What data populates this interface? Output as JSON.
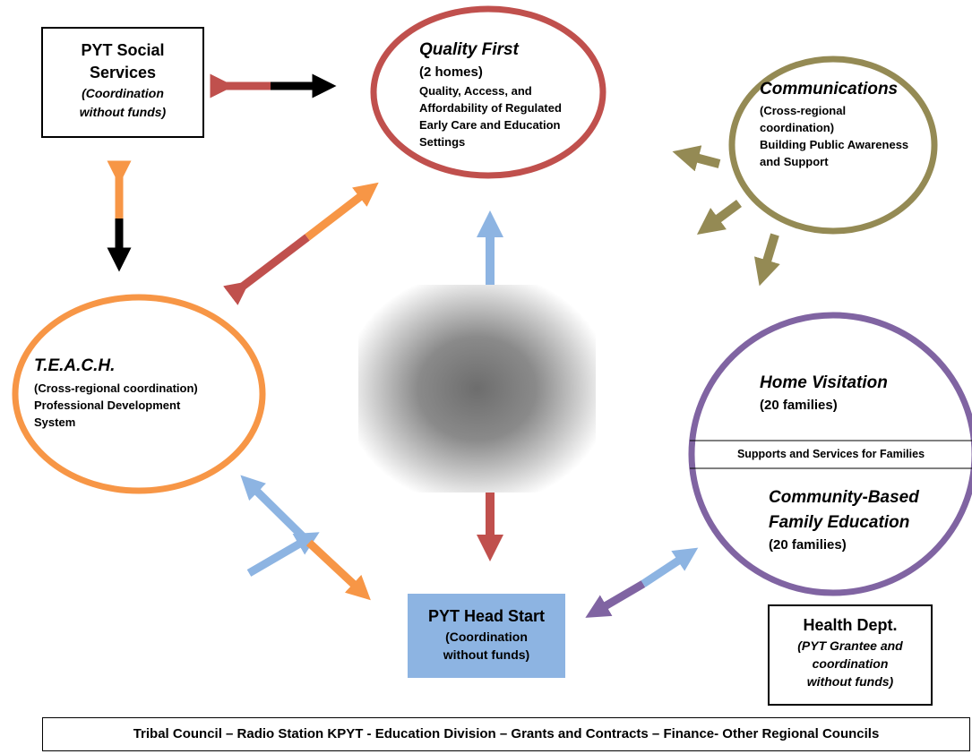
{
  "social_services": {
    "title_line1": "PYT Social",
    "title_line2": "Services",
    "note_line1": "(Coordination",
    "note_line2": "without funds)"
  },
  "quality_first": {
    "title": "Quality First",
    "count": "(2 homes)",
    "line1": "Quality, Access, and",
    "line2": "Affordability of Regulated",
    "line3": "Early Care and Education",
    "line4": "Settings"
  },
  "communications": {
    "title": "Communications",
    "line1": "(Cross-regional",
    "line2": "coordination)",
    "line3": "Building Public Awareness",
    "line4": "and Support"
  },
  "teach": {
    "title": "T.E.A.C.H.",
    "line1": "(Cross-regional coordination)",
    "line2": "Professional Development",
    "line3": "System"
  },
  "home_visitation": {
    "title": "Home Visitation",
    "count": "(20 families)",
    "divider_label": "Supports and Services for Families",
    "cbfe_line1": "Community-Based",
    "cbfe_line2": "Family Education",
    "cbfe_count": "(20 families)"
  },
  "head_start": {
    "title": "PYT Head Start",
    "note_line1": "(Coordination",
    "note_line2": "without funds)"
  },
  "health_dept": {
    "title": "Health Dept.",
    "note_line1": "(PYT Grantee and",
    "note_line2": "coordination",
    "note_line3": "without funds)"
  },
  "footer": {
    "text": "Tribal Council – Radio Station KPYT - Education Division – Grants and Contracts – Finance- Other Regional Councils"
  },
  "colors": {
    "red": "#C0504D",
    "orange": "#F79646",
    "olive": "#948A54",
    "purple": "#8064A2",
    "light_blue": "#8DB4E2",
    "black": "#000000"
  }
}
